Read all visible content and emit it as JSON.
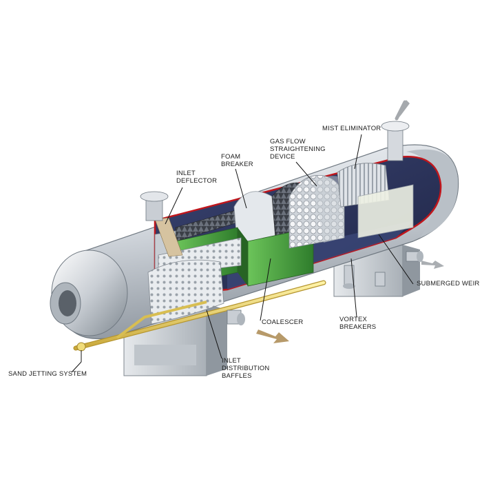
{
  "labels": {
    "mist_eliminator": [
      "MIST ELIMINATOR"
    ],
    "gas_flow_straightening": [
      "GAS FLOW",
      "STRAIGHTENING",
      "DEVICE"
    ],
    "foam_breaker": [
      "FOAM",
      "BREAKER"
    ],
    "inlet_deflector": [
      "INLET",
      "DEFLECTOR"
    ],
    "submerged_weir": [
      "SUBMERGED WEIR"
    ],
    "vortex_breakers": [
      "VORTEX",
      "BREAKERS"
    ],
    "coalescer": [
      "COALESCER"
    ],
    "inlet_distribution_baffles": [
      "INLET",
      "DISTRIBUTION",
      "BAFFLES"
    ],
    "sand_jetting_system": [
      "SAND JETTING SYSTEM"
    ]
  },
  "colors": {
    "shell": "#d9dde2",
    "cutaway_edge": "#c0161c",
    "interior": "#2b3358",
    "coalescer": "#3f9b3a",
    "sand_pipe": "#e8d36a",
    "flow_arrow": "#b79a6a"
  }
}
